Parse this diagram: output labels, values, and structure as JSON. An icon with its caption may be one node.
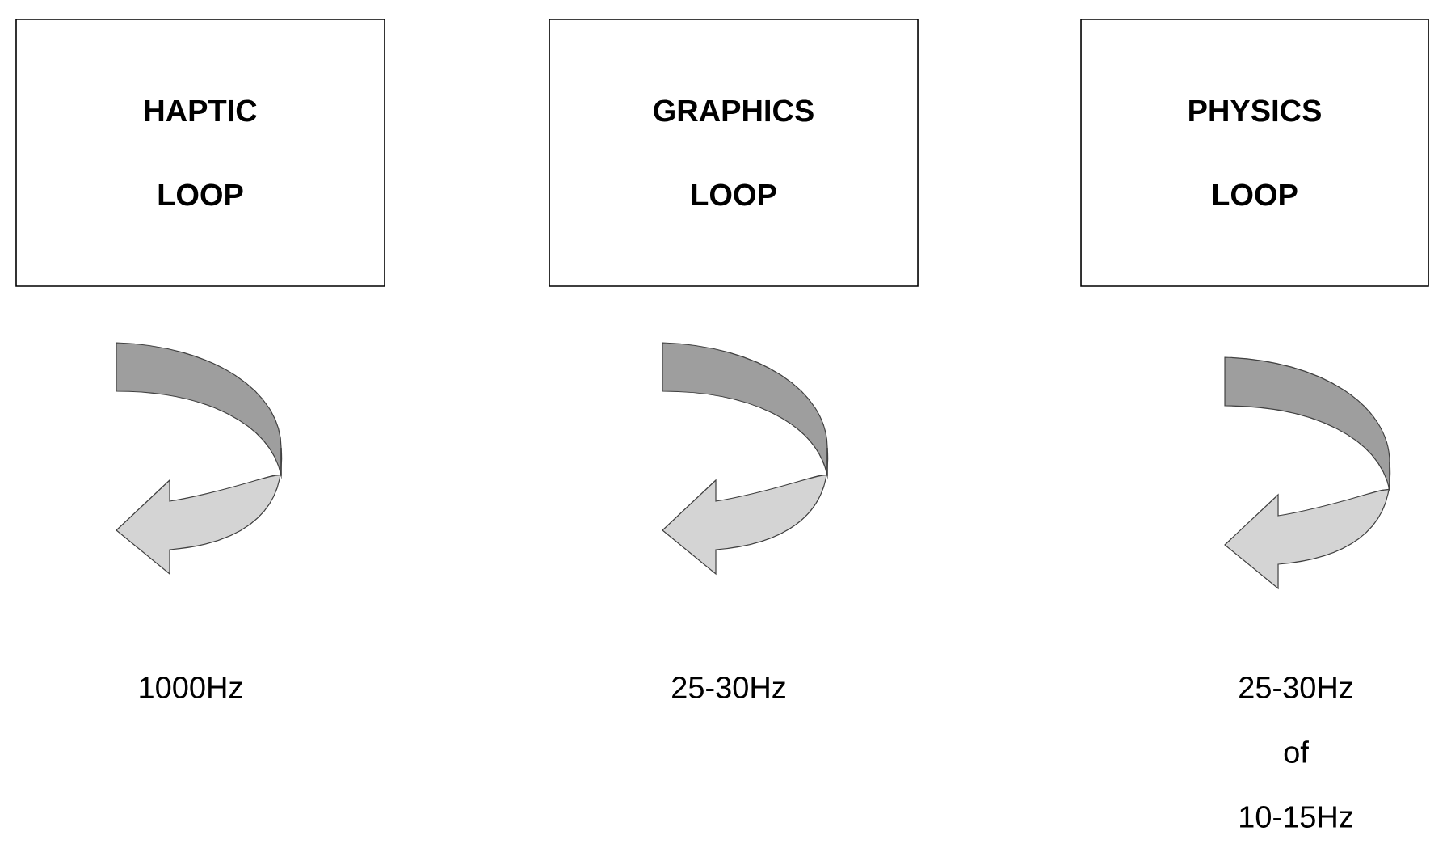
{
  "diagram": {
    "nodes": [
      {
        "text": [
          "HAPTIC LOOP"
        ]
      },
      {
        "text": [
          "GRAPHICS LOOP"
        ]
      },
      {
        "text": [
          "PHYSICS LOOP"
        ]
      }
    ],
    "labels": [
      "1000Hz",
      "25-30Hz",
      "25-30Hz of 10-15Hz"
    ]
  }
}
